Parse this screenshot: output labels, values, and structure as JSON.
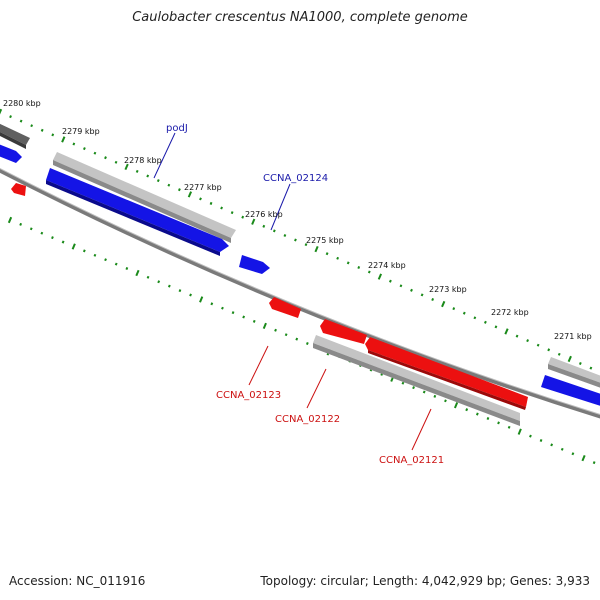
{
  "title": "Caulobacter crescentus NA1000, complete genome",
  "footer": {
    "accession": "Accession: NC_011916",
    "summary": "Topology: circular; Length: 4,042,929 bp; Genes: 3,933"
  },
  "colors": {
    "forward_gene": "#1414e6",
    "reverse_gene": "#ec1010",
    "backbone": "#777777",
    "cds_track": "#b0b0b0",
    "tick": "#1a8a1a",
    "label_blue": "#1a1aaa",
    "label_red": "#cc1111"
  },
  "scale": {
    "ticks": [
      {
        "kbp": 2280,
        "label": "2280 kbp"
      },
      {
        "kbp": 2279,
        "label": "2279 kbp"
      },
      {
        "kbp": 2278,
        "label": "2278 kbp"
      },
      {
        "kbp": 2277,
        "label": "2277 kbp"
      },
      {
        "kbp": 2276,
        "label": "2276 kbp"
      },
      {
        "kbp": 2275,
        "label": "2275 kbp"
      },
      {
        "kbp": 2274,
        "label": "2274 kbp"
      },
      {
        "kbp": 2273,
        "label": "2273 kbp"
      },
      {
        "kbp": 2272,
        "label": "2272 kbp"
      },
      {
        "kbp": 2271,
        "label": "2271 kbp"
      }
    ]
  },
  "genes": [
    {
      "name": "podJ",
      "strand": "forward"
    },
    {
      "name": "CCNA_02124",
      "strand": "forward"
    },
    {
      "name": "CCNA_02123",
      "strand": "reverse"
    },
    {
      "name": "CCNA_02122",
      "strand": "reverse"
    },
    {
      "name": "CCNA_02121",
      "strand": "reverse"
    }
  ]
}
